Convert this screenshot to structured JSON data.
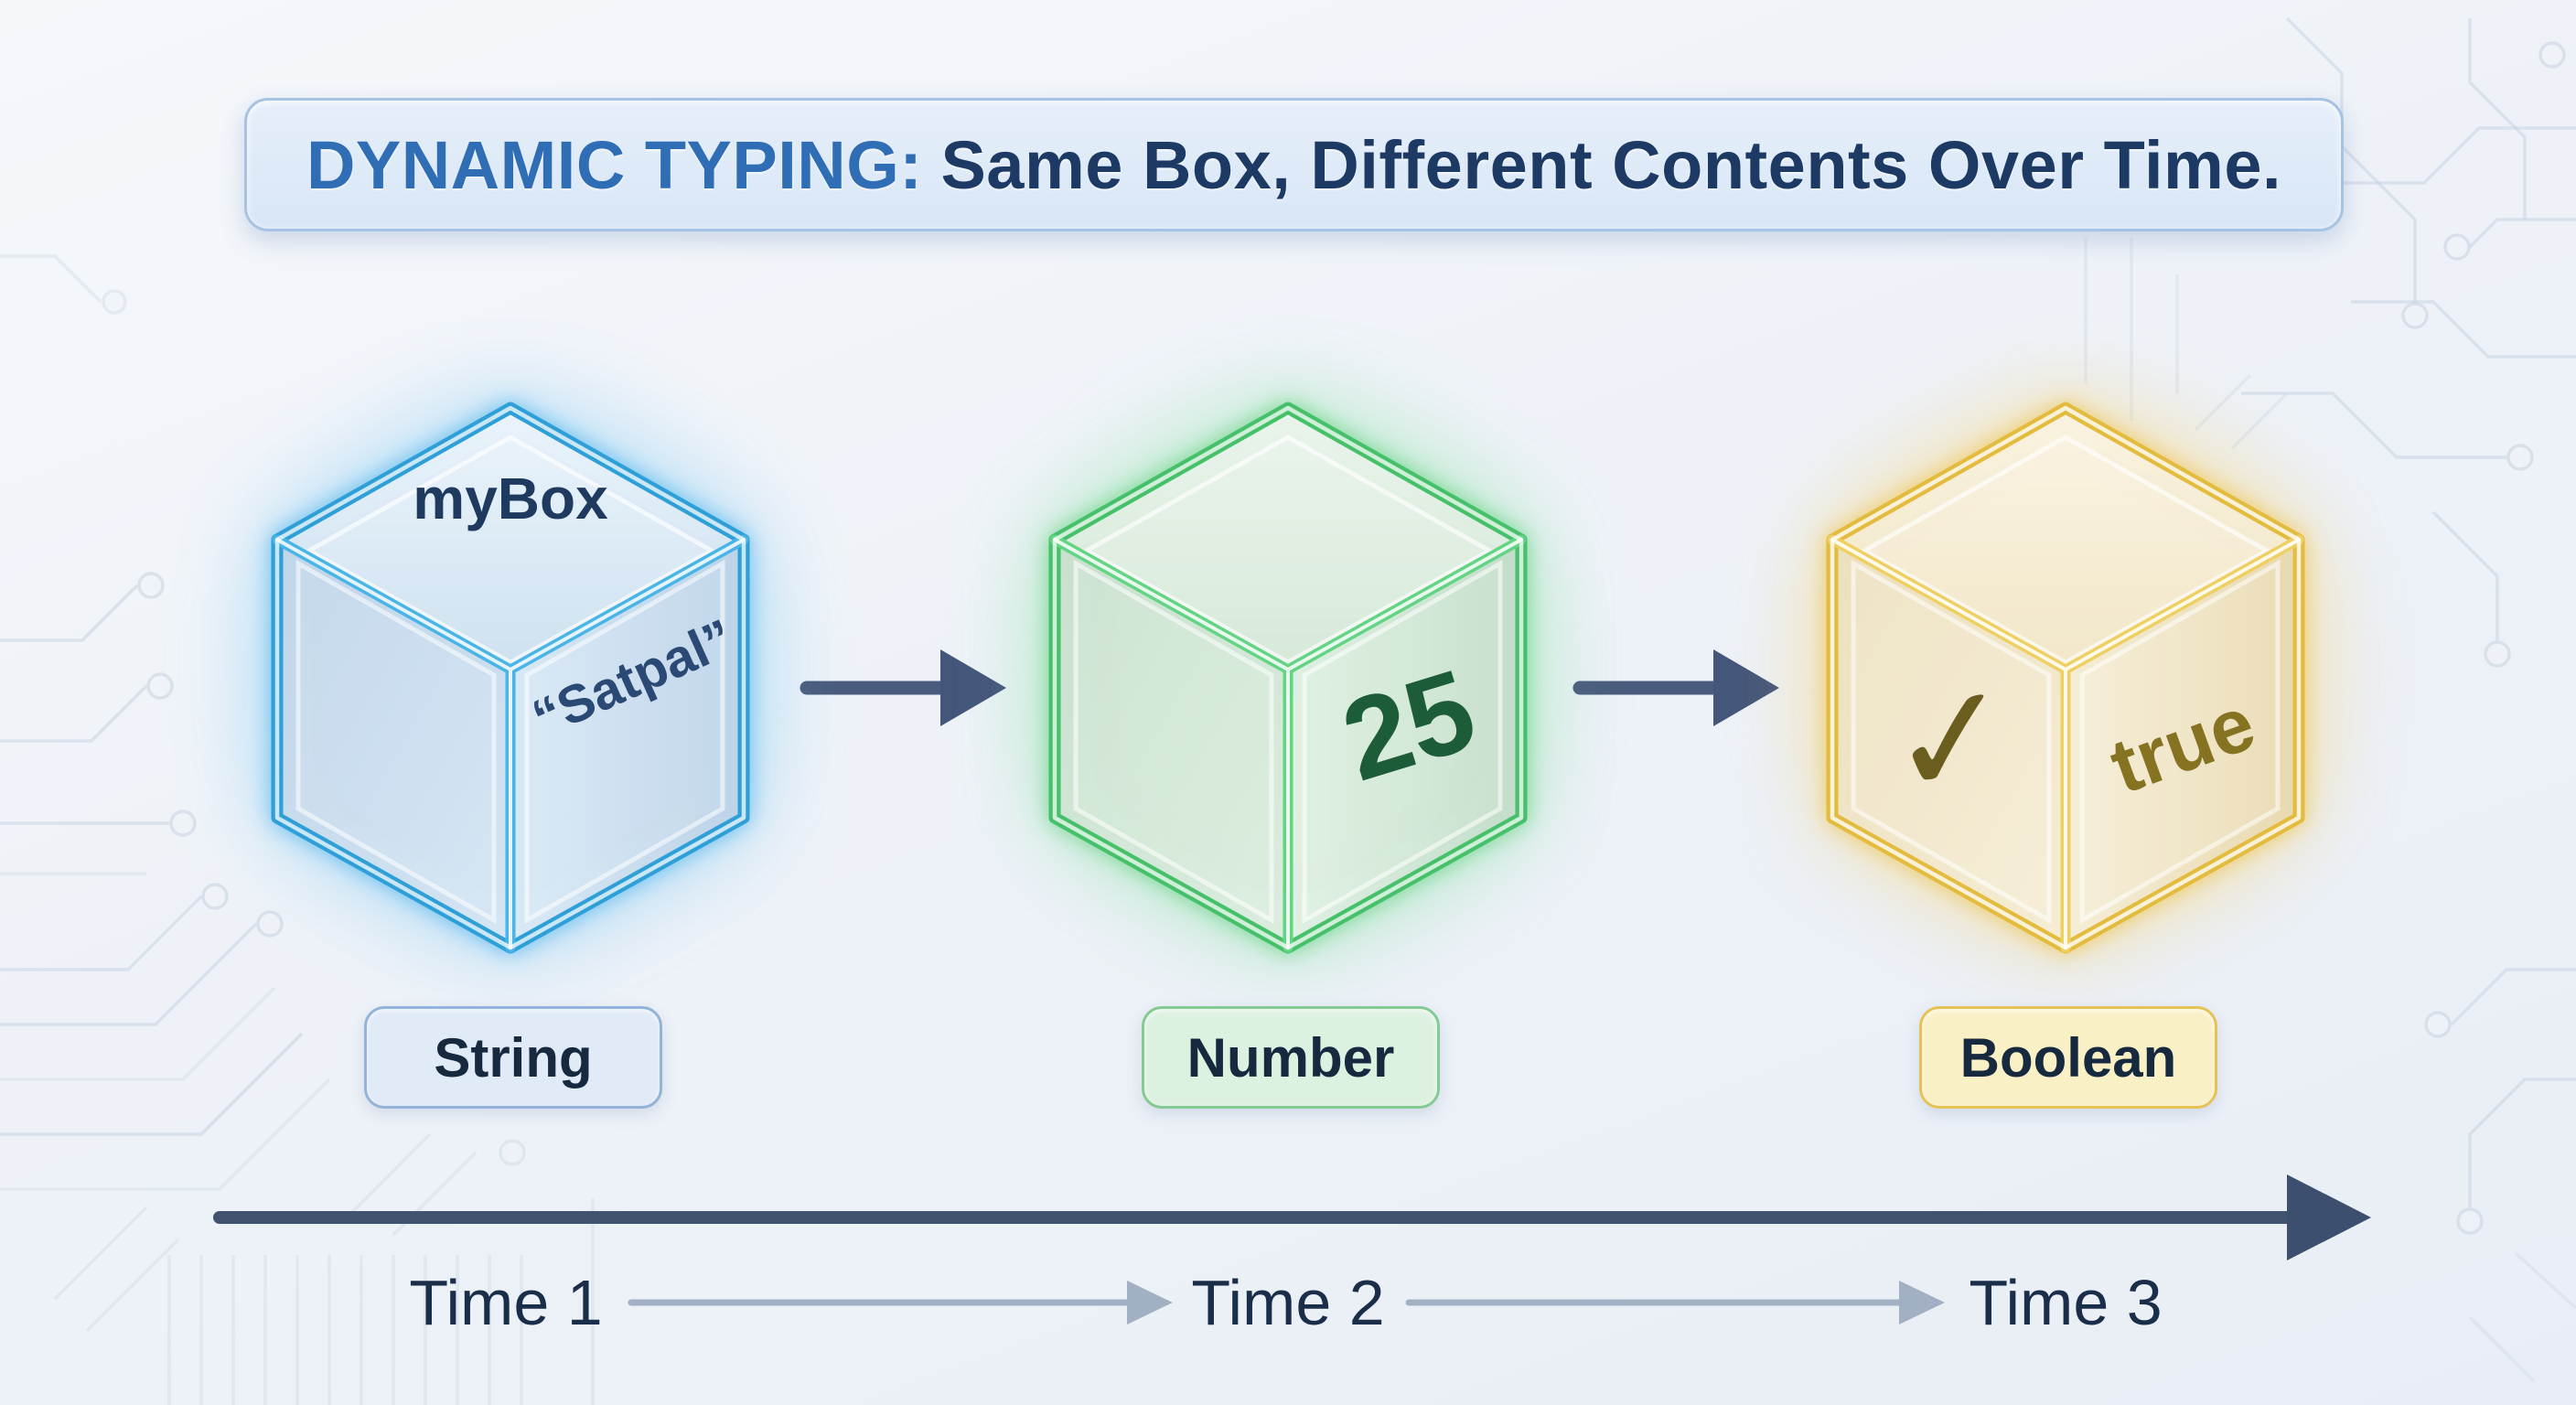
{
  "title": {
    "prefix": "DYNAMIC TYPING:",
    "suffix": "Same Box, Different Contents Over Time."
  },
  "stages": [
    {
      "variable_name": "myBox",
      "value": "“Satpal”",
      "type_label": "String",
      "accent_color": "#2f9fd8"
    },
    {
      "value": "25",
      "type_label": "Number",
      "accent_color": "#46c06a"
    },
    {
      "value": "true",
      "check_glyph": "✓",
      "type_label": "Boolean",
      "accent_color": "#e3bc3f"
    }
  ],
  "timeline": {
    "labels": [
      "Time 1",
      "Time 2",
      "Time 3"
    ]
  },
  "colors": {
    "background": "#eef2f8",
    "title_prefix": "#2f6db4",
    "title_suffix": "#1c3a63",
    "title_box_bg": "#dce8f7",
    "title_box_border": "#a6c3e3",
    "flow_arrow": "#4a5c7d",
    "timeline_arrow": "#42536f",
    "timeline_sub_arrow": "#a2b0c4",
    "pill_string_bg": "#e1eaf7",
    "pill_number_bg": "#ddf1e1",
    "pill_boolean_bg": "#faf0c6",
    "circuit_trace": "#c9d3e1"
  }
}
